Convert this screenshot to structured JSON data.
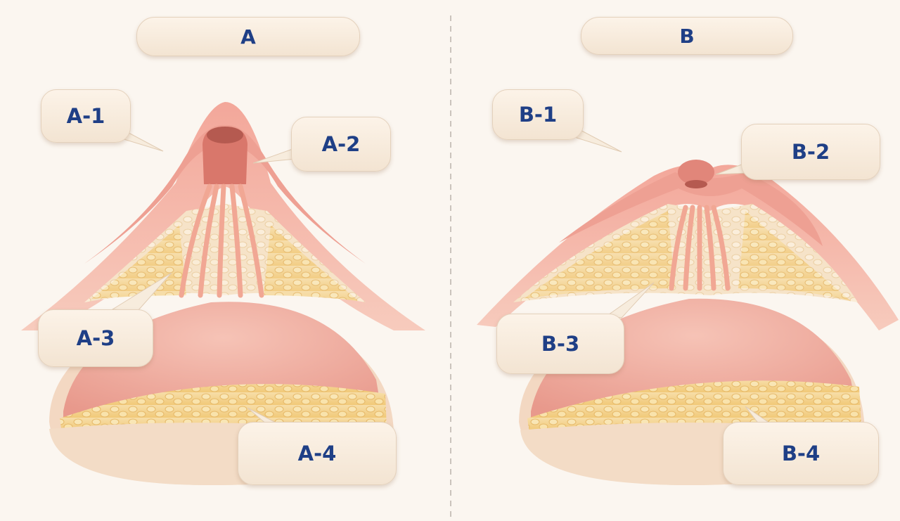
{
  "panels": [
    {
      "header": "A",
      "labels": [
        "A-1",
        "A-2",
        "A-3",
        "A-4"
      ]
    },
    {
      "header": "B",
      "labels": [
        "B-1",
        "B-2",
        "B-3",
        "B-4"
      ]
    }
  ],
  "colors": {
    "background": "#fbf6f0",
    "label_text": "#1f3f86",
    "skin": "#f2b3a3",
    "fat": "#f4d48a",
    "muscle": "#f0b0a4"
  }
}
